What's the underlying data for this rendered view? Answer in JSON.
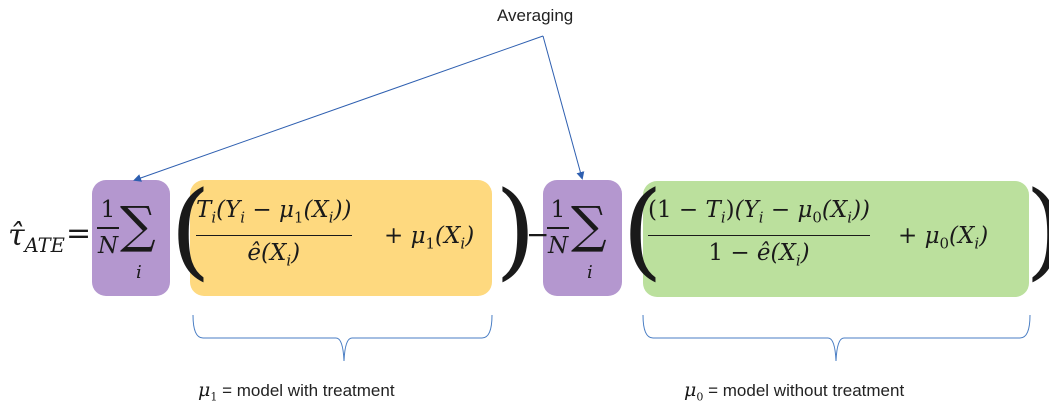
{
  "annotation": {
    "label": "Averaging",
    "arrow_color": "#2e5fb0"
  },
  "colors": {
    "averaging_box": "#b497cf",
    "treated_box": "#fed97f",
    "control_box": "#bbe09d",
    "bracket": "#4a7ec4"
  },
  "equation": {
    "lhs": "τ̂",
    "lhs_sub": "ATE",
    "equals": "=",
    "avg_num": "1",
    "avg_den": "N",
    "sum_symbol": "∑",
    "sum_index": "i",
    "treated_numerator": "T(Y − μ(X))",
    "treated_denominator": "ê(X)",
    "treated_term": "+ μ(X)",
    "minus": "−",
    "control_numerator": "(1 − T)(Y − μ(X))",
    "control_denominator": "1 − ê(X)",
    "control_term": "+ μ(X)",
    "open_paren": "(",
    "close_paren": ")"
  },
  "labels": {
    "treated": {
      "symbol": "μ",
      "sub": "1",
      "text": " = model with treatment"
    },
    "control": {
      "symbol": "μ",
      "sub": "0",
      "text": " = model without treatment"
    }
  }
}
